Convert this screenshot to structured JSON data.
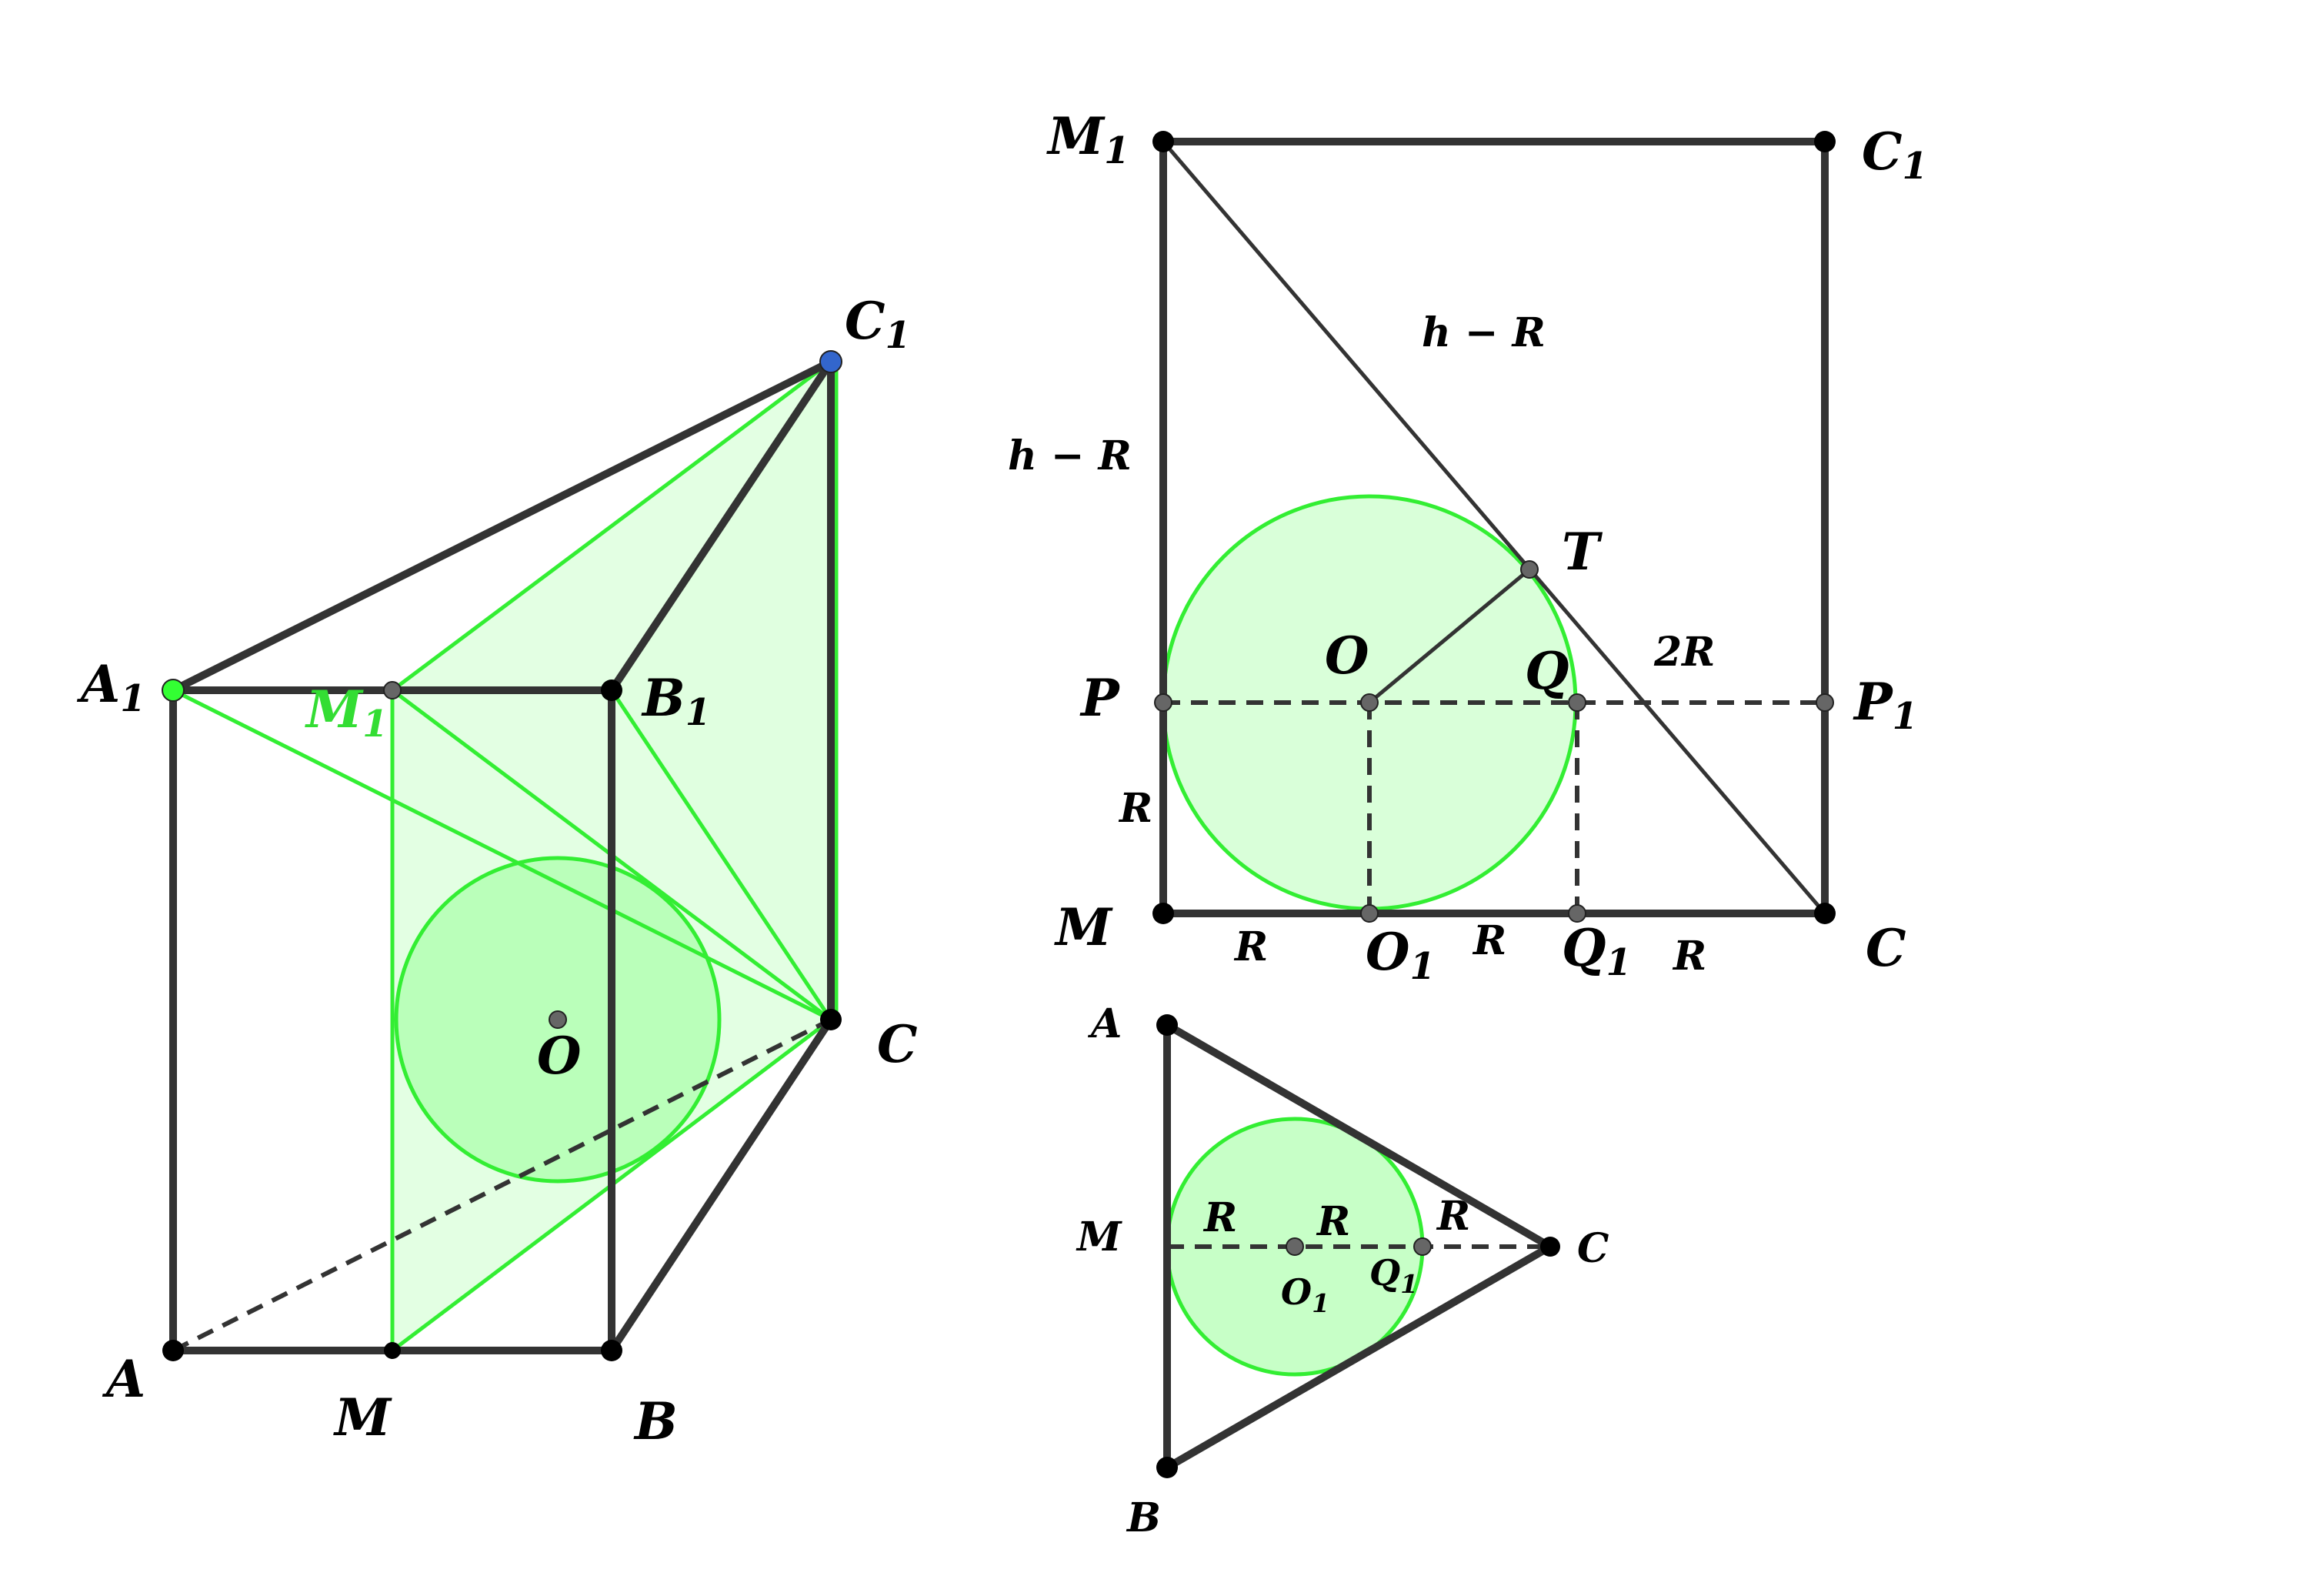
{
  "colors": {
    "edge": "#333333",
    "green": "#33ee33",
    "green_fill": "#ccffcc",
    "sphere_fill": "#99ff99",
    "point": "#000000",
    "minor_point": "#666666",
    "A1_point": "#33ff33",
    "C1_point": "#3366cc"
  },
  "left_figure": {
    "labels": {
      "A1": "A",
      "A1_sub": "1",
      "B1": "B",
      "B1_sub": "1",
      "C1": "C",
      "C1_sub": "1",
      "M1": "M",
      "M1_sub": "1",
      "A": "A",
      "B": "B",
      "C": "C",
      "M": "M",
      "O": "O"
    }
  },
  "right_rect": {
    "labels": {
      "M1": "M",
      "M1_sub": "1",
      "C1": "C",
      "C1_sub": "1",
      "M": "M",
      "C": "C",
      "P": "P",
      "P1": "P",
      "P1_sub": "1",
      "O": "O",
      "Q": "Q",
      "T": "T",
      "O1": "O",
      "O1_sub": "1",
      "Q1": "Q",
      "Q1_sub": "1"
    },
    "lengths": {
      "diag_upper": "h − R",
      "left_upper": "h − R",
      "left_lower": "R",
      "diag_lower": "2R",
      "bottom_1": "R",
      "bottom_2": "R",
      "bottom_3": "R"
    }
  },
  "triangle": {
    "labels": {
      "A": "A",
      "B": "B",
      "C": "C",
      "M": "M",
      "O1": "O",
      "O1_sub": "1",
      "Q1": "Q",
      "Q1_sub": "1"
    },
    "lengths": {
      "r1": "R",
      "r2": "R",
      "r3": "R"
    }
  }
}
